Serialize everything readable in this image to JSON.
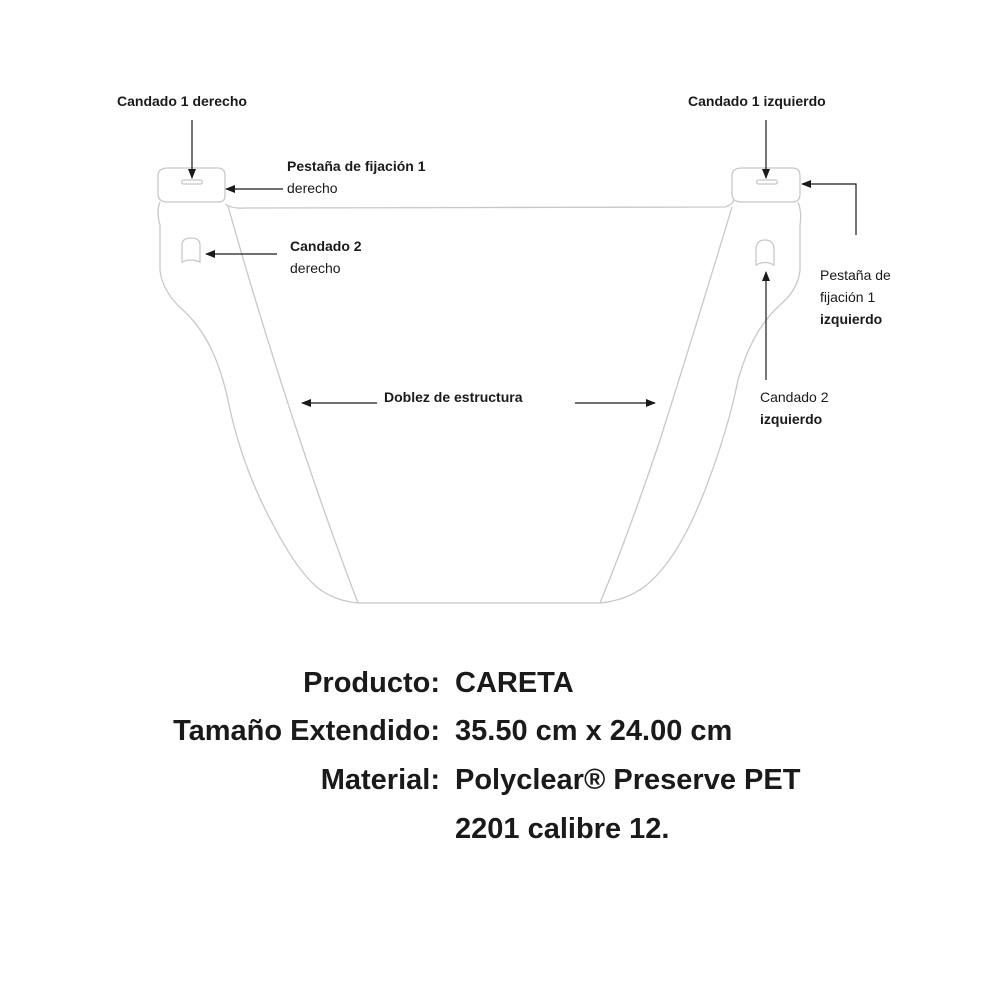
{
  "labels": {
    "candado1_derecho": "Candado 1 derecho",
    "candado1_izquierdo": "Candado 1 izquierdo",
    "pestana_derecho_line1": "Pestaña de fijación 1",
    "pestana_derecho_line2": "derecho",
    "candado2_derecho_line1": "Candado 2",
    "candado2_derecho_line2": "derecho",
    "pestana_izquierdo_line1": "Pestaña de",
    "pestana_izquierdo_line2": "fijación 1",
    "pestana_izquierdo_line3": "izquierdo",
    "candado2_izquierdo_line1": "Candado 2",
    "candado2_izquierdo_line2": "izquierdo",
    "doblez": "Doblez de estructura"
  },
  "specs": {
    "producto_label": "Producto:",
    "producto_value": "CARETA",
    "tamano_label": "Tamaño Extendido:",
    "tamano_value": "35.50 cm x 24.00 cm",
    "material_label": "Material:",
    "material_value_line1": "Polyclear® Preserve PET",
    "material_value_line2": "2201 calibre 12."
  },
  "colors": {
    "outline": "#c8c8c8",
    "arrow": "#1a1a1a",
    "text": "#1a1a1a"
  }
}
